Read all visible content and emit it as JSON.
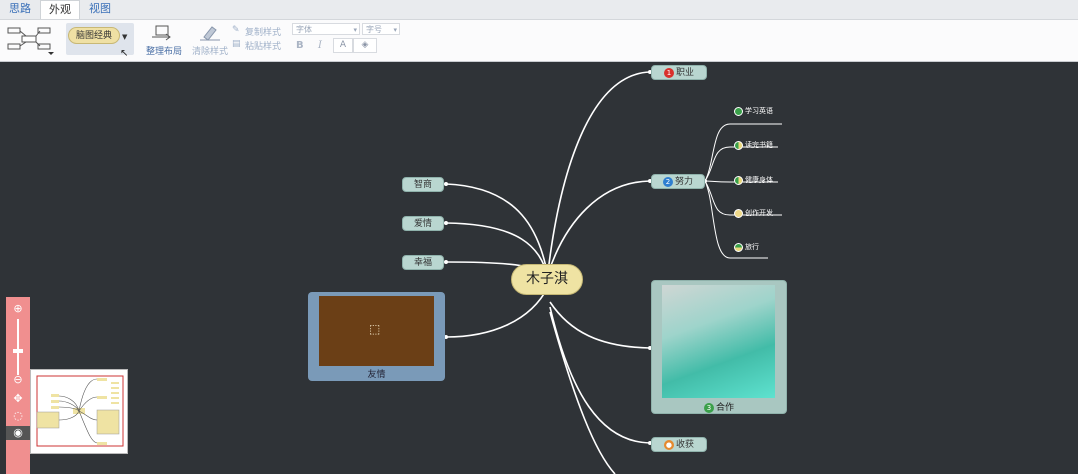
{
  "tabs": [
    "思路",
    "外观",
    "视图"
  ],
  "active_tab": "外观",
  "toolbar": {
    "theme_label": "脑图经典",
    "relayout_label": "整理布局",
    "clear_style_label": "清除样式",
    "copy_style_label": "复制样式",
    "paste_style_label": "粘贴样式",
    "font_family_placeholder": "字体",
    "font_size_placeholder": "字号",
    "bold_label": "B",
    "italic_label": "I",
    "font_color_label": "A"
  },
  "mindmap": {
    "root": "木子淇",
    "left_branches": [
      "智商",
      "爱情",
      "幸福"
    ],
    "image_nodes": {
      "left_label": "友情",
      "right_label": "合作",
      "right_badge": "3"
    },
    "right_branches": [
      {
        "label": "职业",
        "badge": "1",
        "badge_color": "#d9302c"
      },
      {
        "label": "努力",
        "badge": "2",
        "badge_color": "#2f7fd0"
      },
      {
        "label": "收获",
        "badge": "",
        "badge_color": "#e58a2f"
      }
    ],
    "effort_children": [
      "学习英语",
      "读完书籍",
      "健康身体",
      "创作开发",
      "旅行"
    ]
  },
  "colors": {
    "canvas_bg": "#2f3337",
    "branch_pill": "#b9d6d0",
    "root_fill": "#efe3a3",
    "zoom_panel": "#f08f8f"
  },
  "icons": {
    "structure": "mindmap-structure-icon",
    "relayout": "relayout-icon",
    "clear_style": "eraser-icon",
    "copy_style": "brush-icon",
    "paste_style": "paste-icon",
    "zoom_in": "zoom-in-icon",
    "zoom_out": "zoom-out-icon",
    "move": "move-icon",
    "locate": "locate-icon",
    "preview": "eye-icon"
  }
}
